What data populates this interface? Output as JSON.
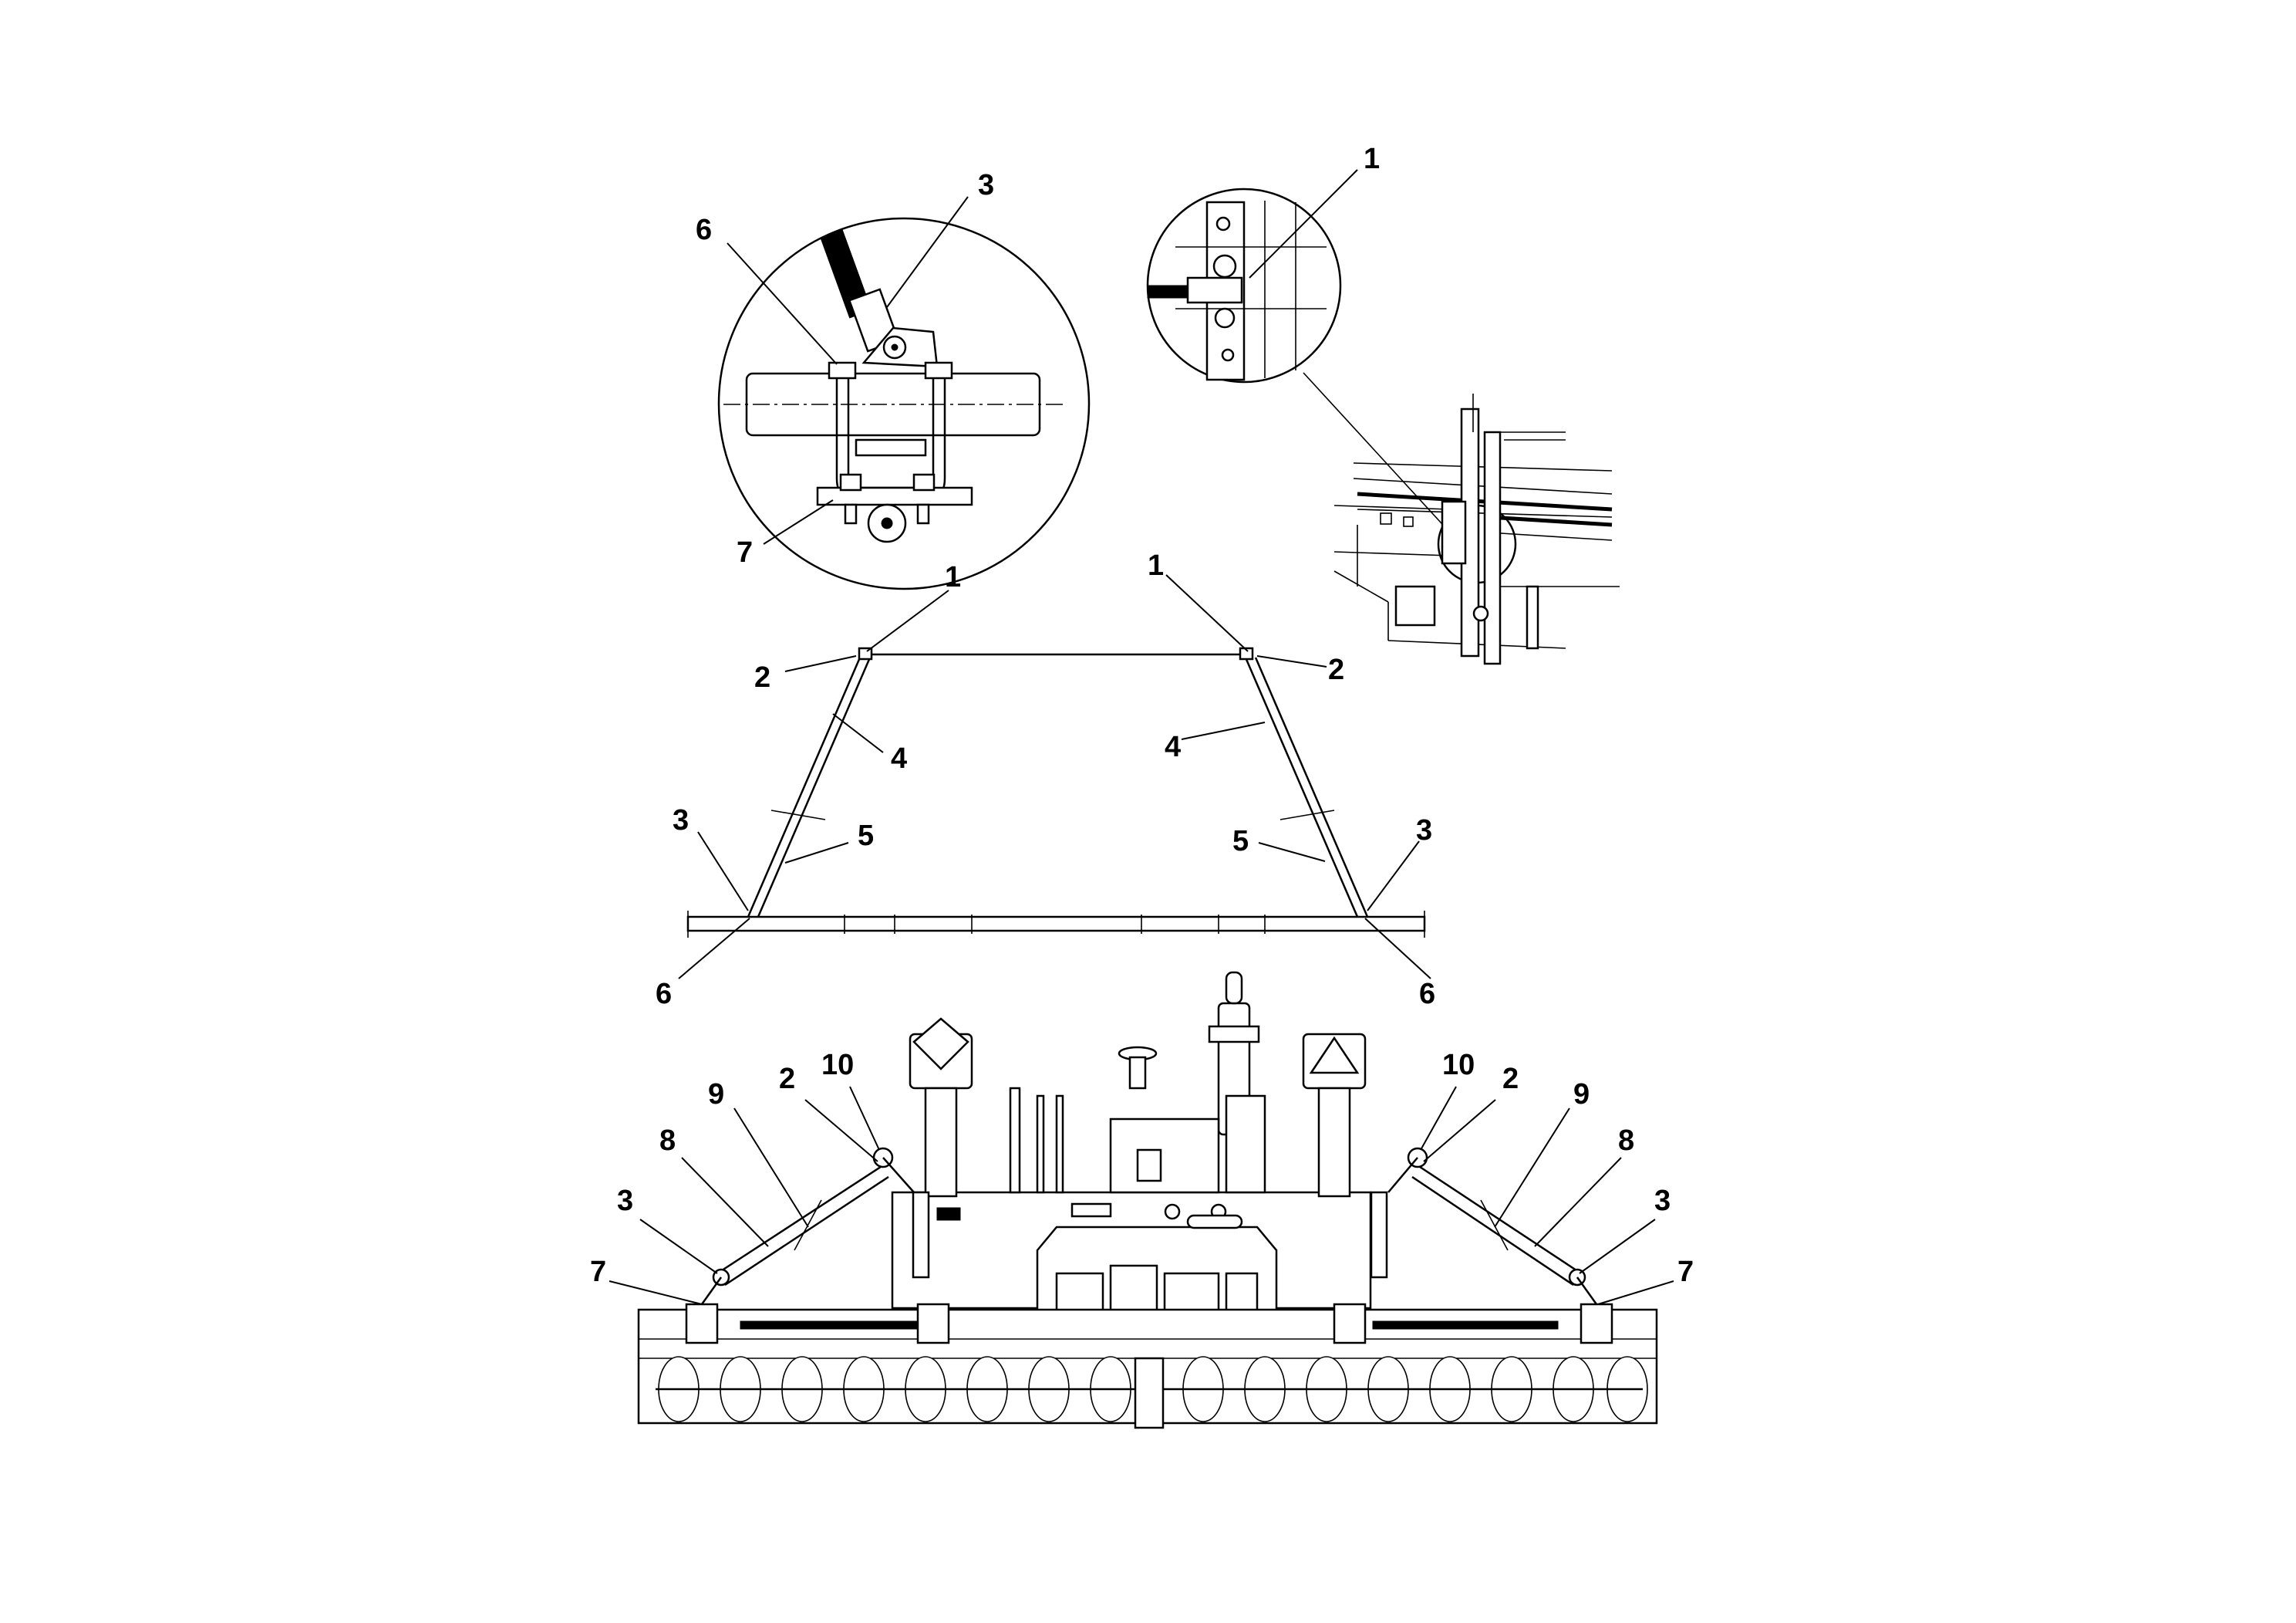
{
  "diagram": {
    "callouts": {
      "top_detail": {
        "c3": "3",
        "c6": "6",
        "c7": "7"
      },
      "right_detail": {
        "c1": "1"
      },
      "frame": {
        "c1_left": "1",
        "c1_right": "1",
        "c2_left": "2",
        "c2_right": "2",
        "c4_left": "4",
        "c4_right": "4",
        "c5_left": "5",
        "c5_right": "5",
        "c3_left": "3",
        "c3_right": "3",
        "c6_left": "6",
        "c6_right": "6"
      },
      "paver": {
        "c10_left": "10",
        "c10_right": "10",
        "c2_left": "2",
        "c2_right": "2",
        "c9_left": "9",
        "c9_right": "9",
        "c8_left": "8",
        "c8_right": "8",
        "c3_left": "3",
        "c3_right": "3",
        "c7_left": "7",
        "c7_right": "7"
      }
    },
    "colors": {
      "line": "#000000",
      "background": "#ffffff"
    }
  }
}
